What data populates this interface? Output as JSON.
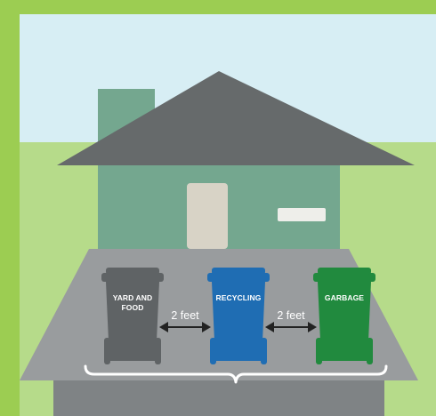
{
  "colors": {
    "frame": "#9ccd52",
    "sky": "#d7eef4",
    "grass": "#b6db8a",
    "house": "#74a78f",
    "roof": "#666a6b",
    "driveway": "#999c9e",
    "driveway_edge": "#7f8385",
    "bin_yard": "#5f6365",
    "bin_recycling": "#1f6db3",
    "bin_garbage": "#218a3e"
  },
  "bins": [
    {
      "label_lines": [
        "YARD AND",
        "FOOD"
      ],
      "color": "#5f6365"
    },
    {
      "label_lines": [
        "RECYCLING"
      ],
      "color": "#1f6db3"
    },
    {
      "label_lines": [
        "GARBAGE"
      ],
      "color": "#218a3e"
    }
  ],
  "spacing": [
    {
      "label": "2 feet"
    },
    {
      "label": "2 feet"
    }
  ]
}
